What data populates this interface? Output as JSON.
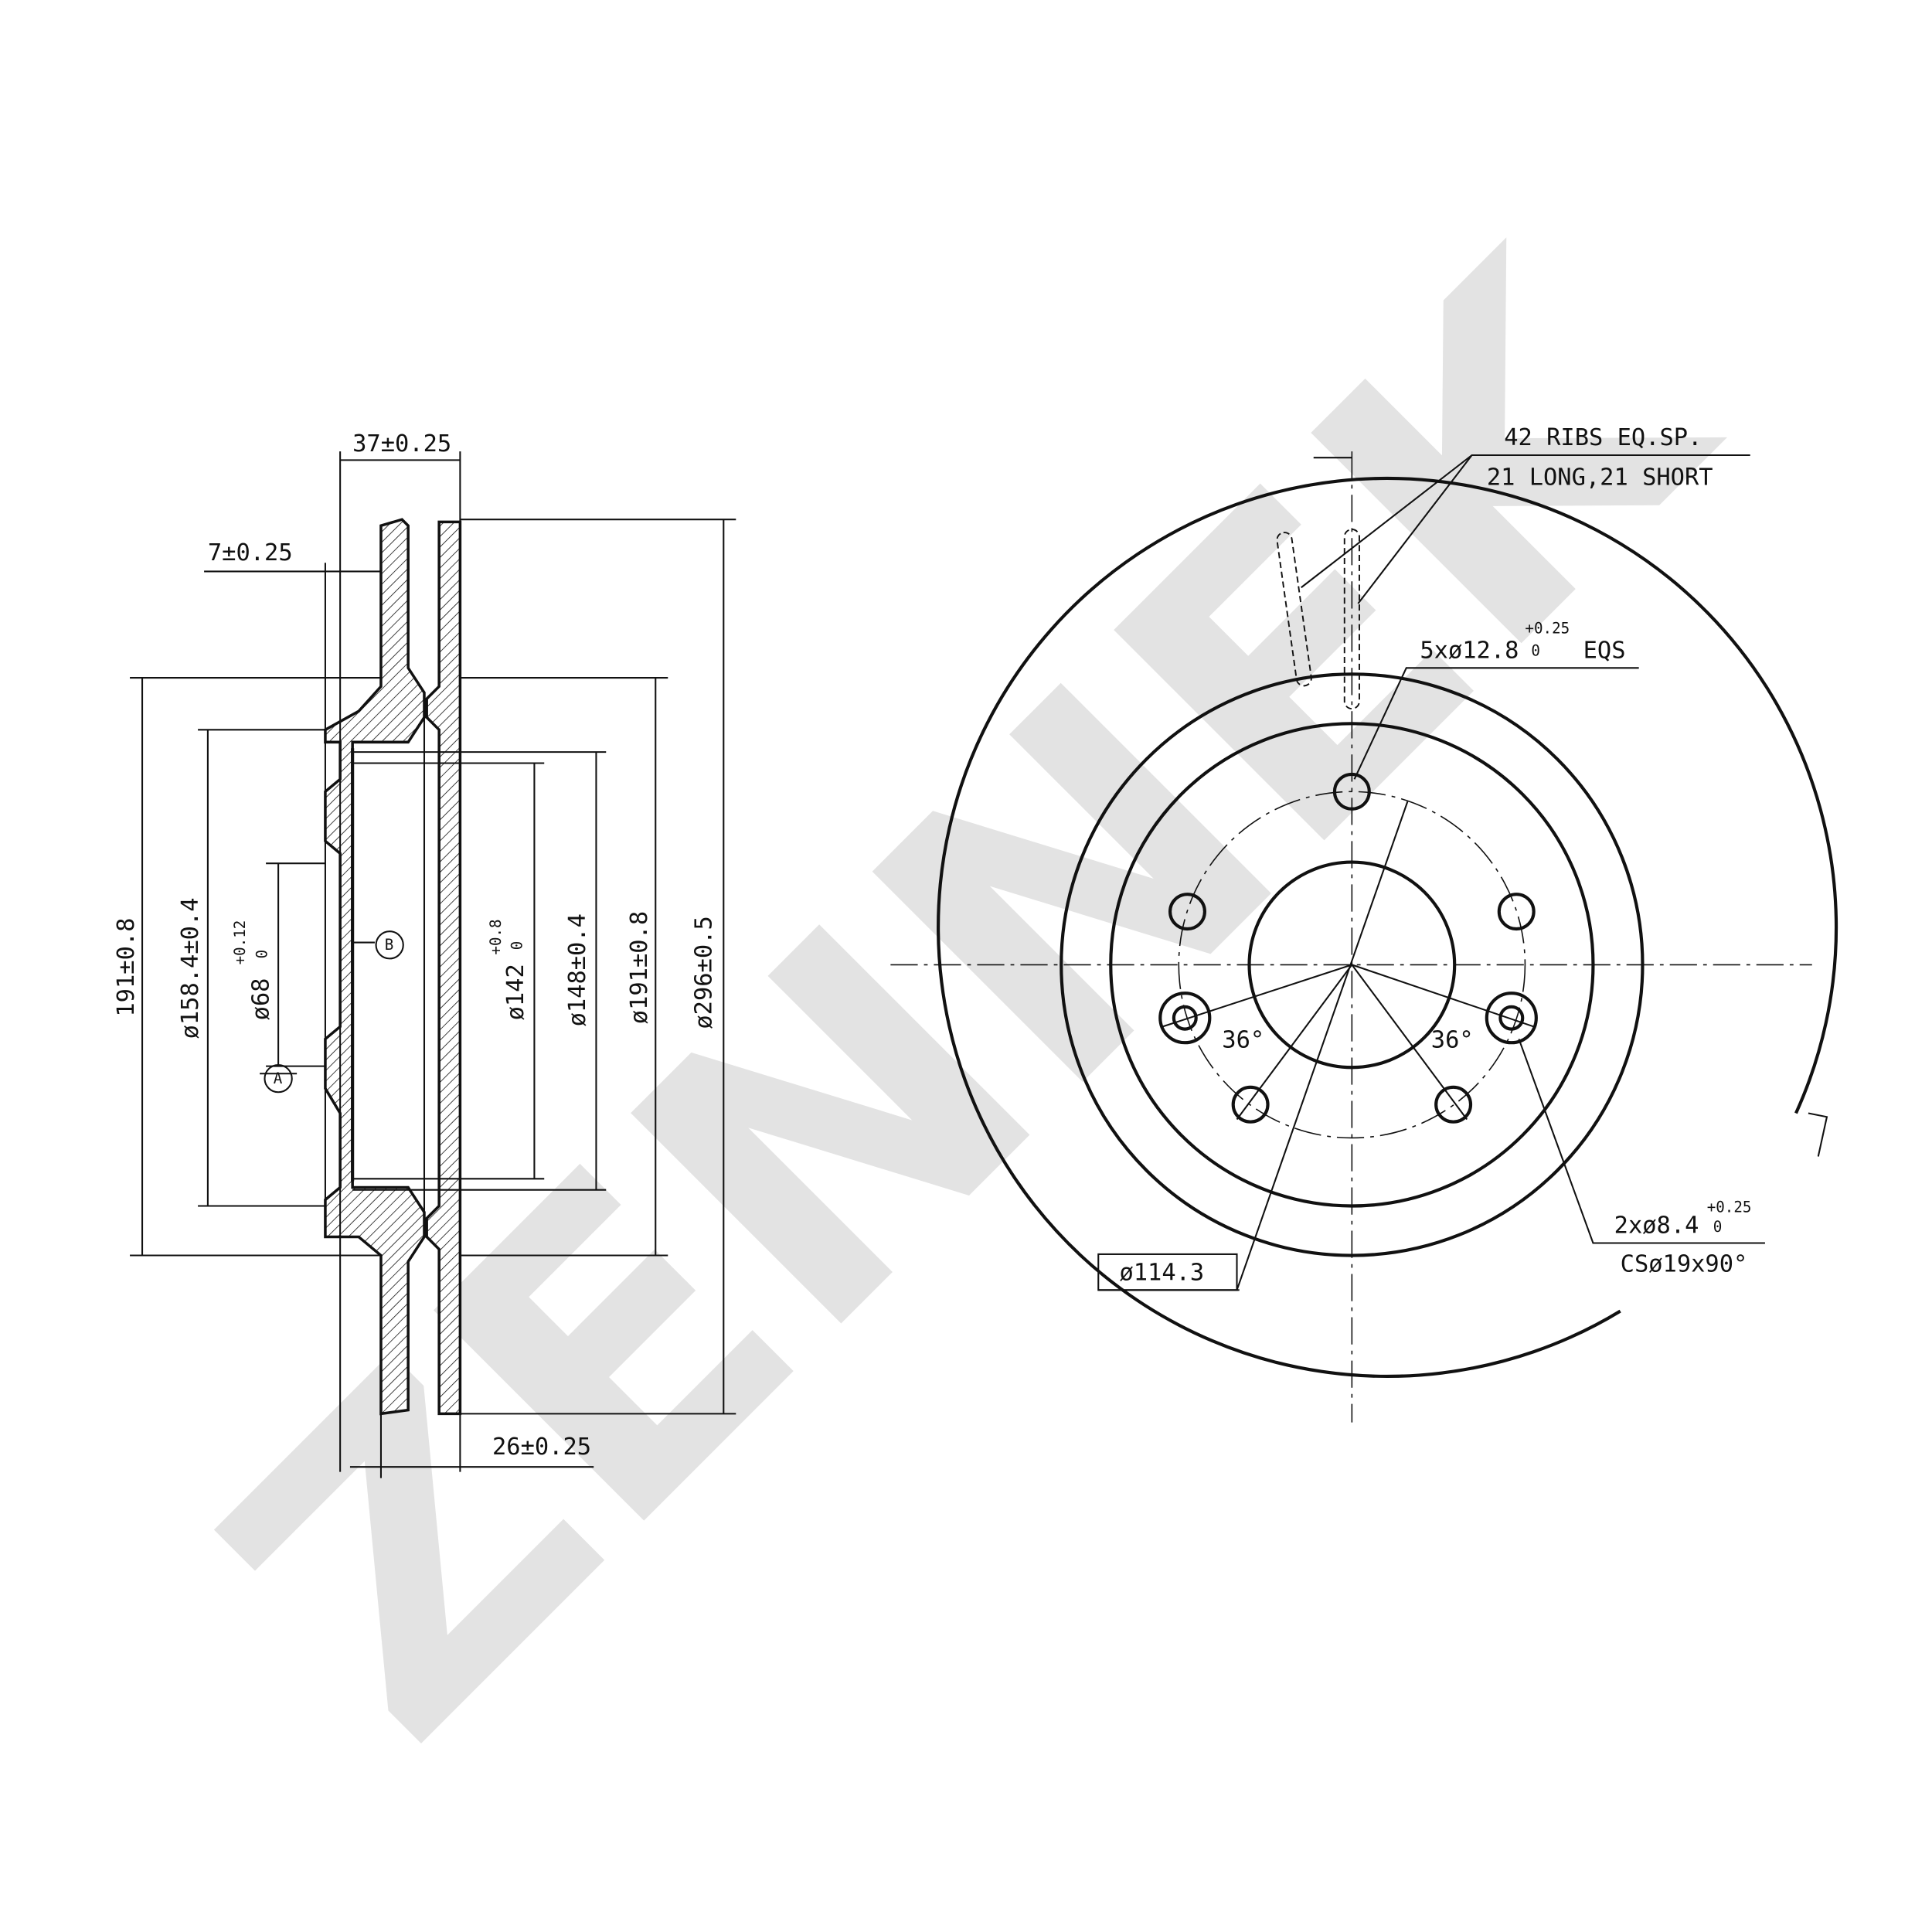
{
  "watermark": "ZENNEK",
  "side_view": {
    "dim_total_width": "37±0.25",
    "dim_hat_thickness": "7±0.25",
    "dim_191": "191±0.8",
    "dim_158": "ø158.4±0.4",
    "dim_68": {
      "value": "ø68",
      "upper": "+0.12",
      "lower": "0"
    },
    "dim_142": {
      "value": "ø142",
      "upper": "+0.8",
      "lower": "0"
    },
    "dim_148": "ø148±0.4",
    "dim_191d": "ø191±0.8",
    "dim_296": "ø296±0.5",
    "dim_26": "26±0.25",
    "datum_a": "A",
    "datum_b": "B"
  },
  "front_view": {
    "ribs_line1": "42 RIBS EQ.SP.",
    "ribs_line2": "21 LONG,21 SHORT",
    "bolt_holes": {
      "value": "5xø12.8",
      "upper": "+0.25",
      "lower": "0",
      "suffix": "EQS"
    },
    "angle_left": "36°",
    "angle_right": "36°",
    "pcd": "ø114.3",
    "small_holes": {
      "value": "2xø8.4",
      "upper": "+0.25",
      "lower": "0"
    },
    "countersink": "CSø19x90°"
  }
}
